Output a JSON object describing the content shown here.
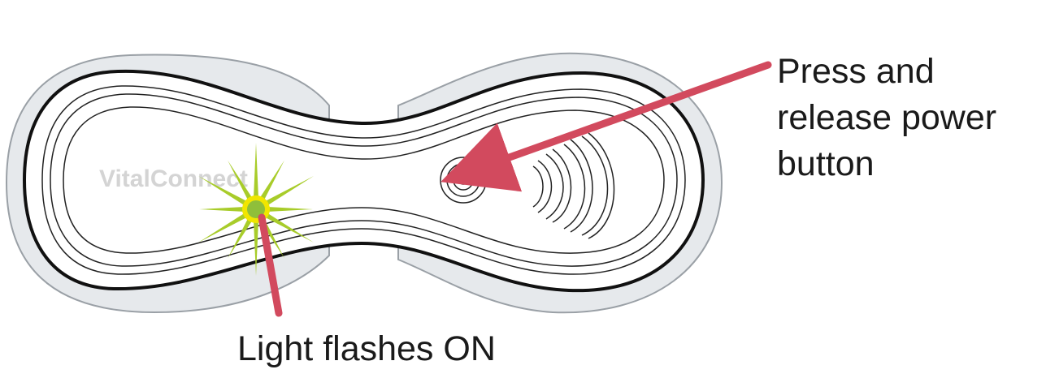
{
  "device": {
    "brand_text": "VitalConnect"
  },
  "callouts": {
    "power_button": {
      "lines": [
        "Press and",
        "release power",
        "button"
      ]
    },
    "light": {
      "text": "Light flashes ON"
    }
  },
  "colors": {
    "arrow": "#d24a5e",
    "light_rays": "#a8cc2a",
    "light_ring": "#f0e600",
    "light_center": "#8fbf3a",
    "shell_fill": "#e6e9ec",
    "shell_stroke": "#9aa0a6",
    "outline": "#111111"
  },
  "icons": {
    "power_button": "concentric-circles-icon",
    "signal_waves": "signal-waves-icon",
    "light": "starburst-icon"
  }
}
